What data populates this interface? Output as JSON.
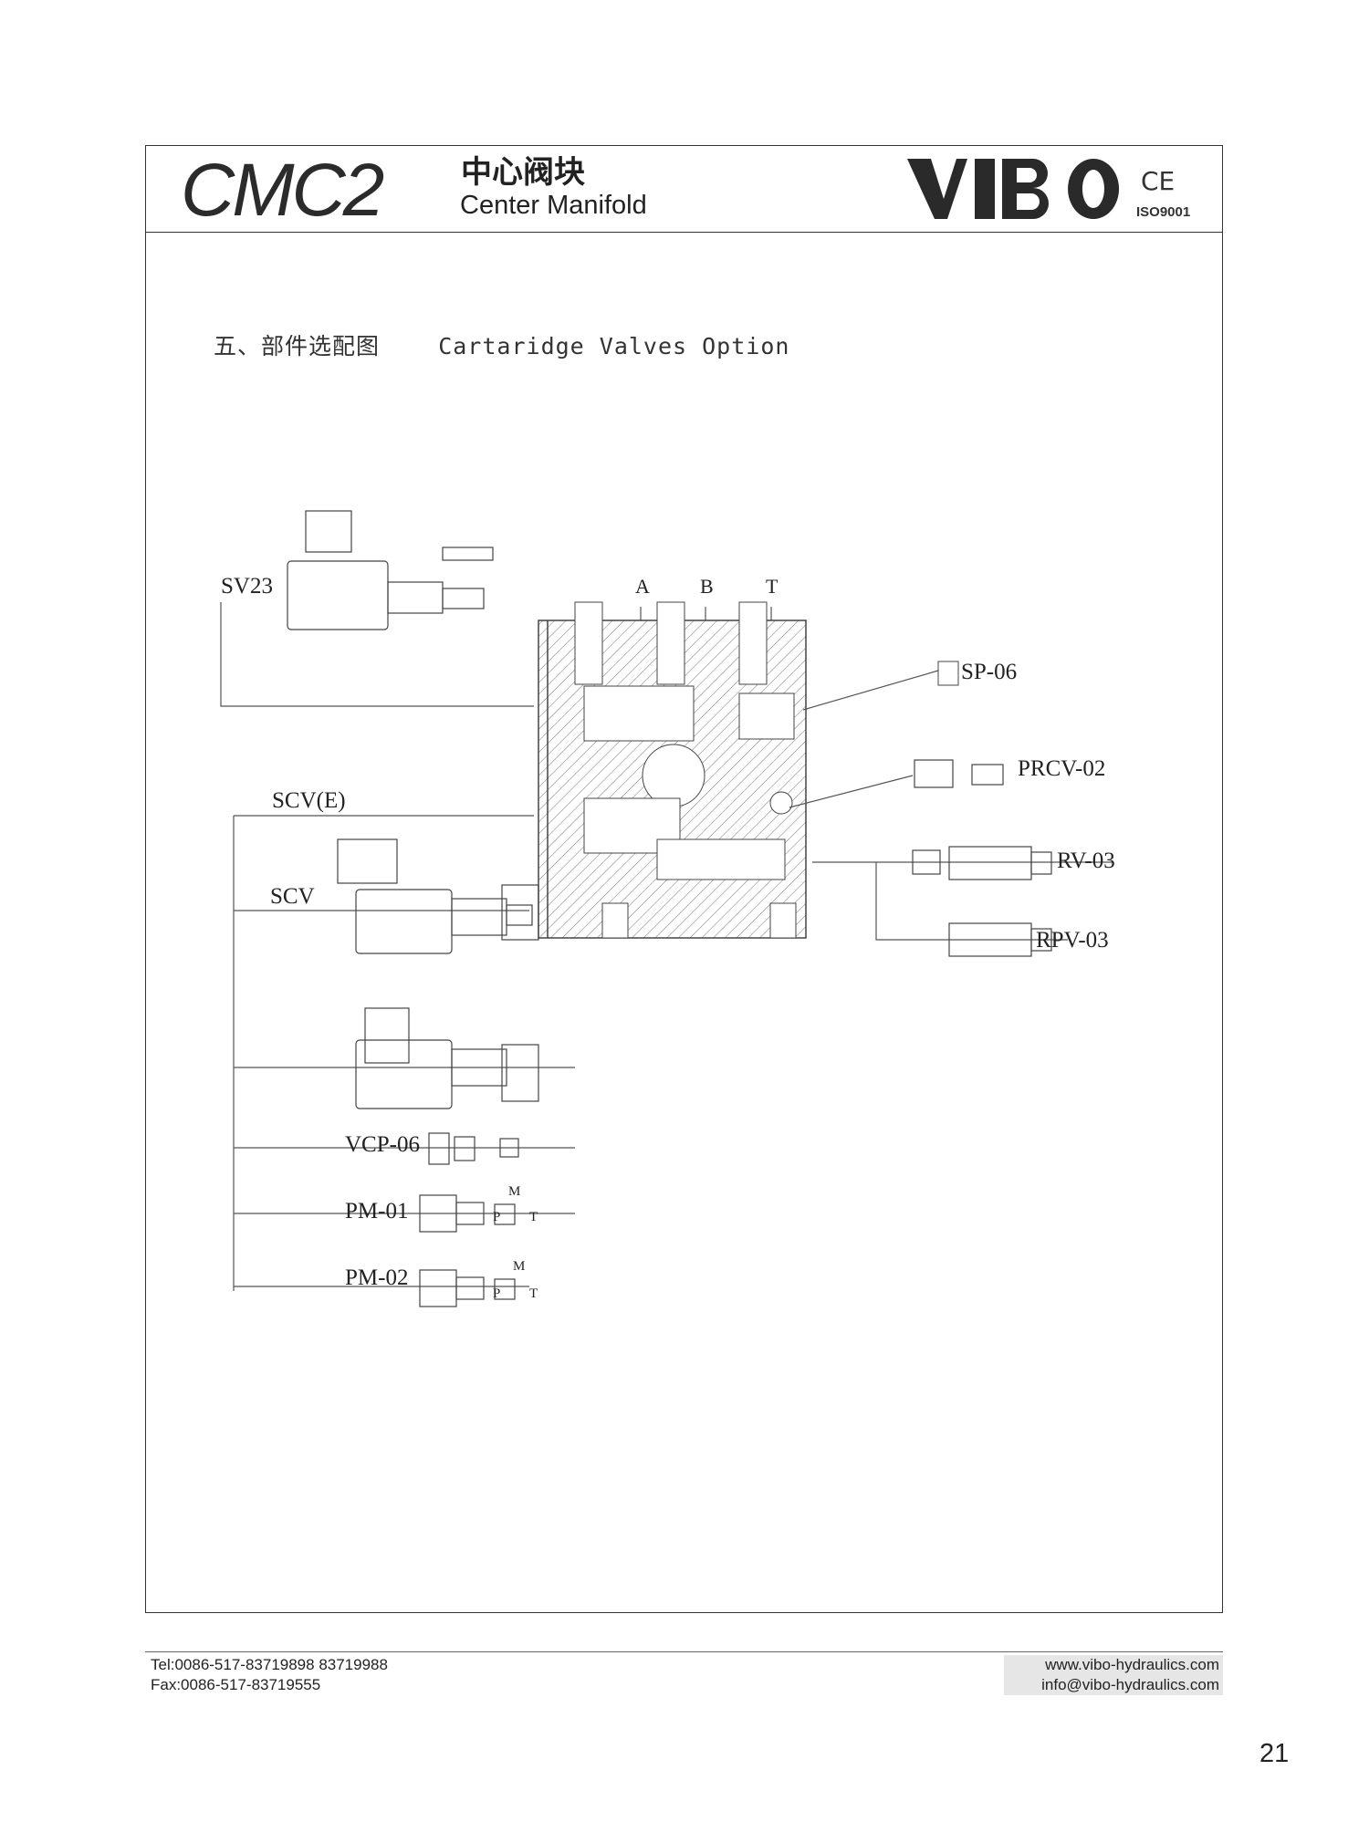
{
  "header": {
    "model": "CMC2",
    "title_cn": "中心阀块",
    "title_en": "Center Manifold",
    "brand": "VIBO",
    "ce_mark": "CE",
    "certification": "ISO9001"
  },
  "section": {
    "title": "五、部件选配图    Cartaridge Valves Option"
  },
  "diagram": {
    "ports": [
      "A",
      "B",
      "T"
    ],
    "labels": {
      "sv23": "SV23",
      "sp06": "SP-06",
      "prcv02": "PRCV-02",
      "scve": "SCV(E)",
      "rv03": "RV-03",
      "scv": "SCV",
      "rpv03": "RPV-03",
      "vcp06": "VCP-06",
      "pm01": "PM-01",
      "pm02": "PM-02"
    },
    "gauge_ports": {
      "m": "M",
      "p": "P",
      "t": "T"
    }
  },
  "footer": {
    "tel": "Tel:0086-517-83719898  83719988",
    "fax": "Fax:0086-517-83719555",
    "website": "www.vibo-hydraulics.com",
    "email": "info@vibo-hydraulics.com"
  },
  "page_number": "21",
  "colors": {
    "ink": "#222222",
    "border": "#333333",
    "footer_bg": "#e6e6e6"
  }
}
